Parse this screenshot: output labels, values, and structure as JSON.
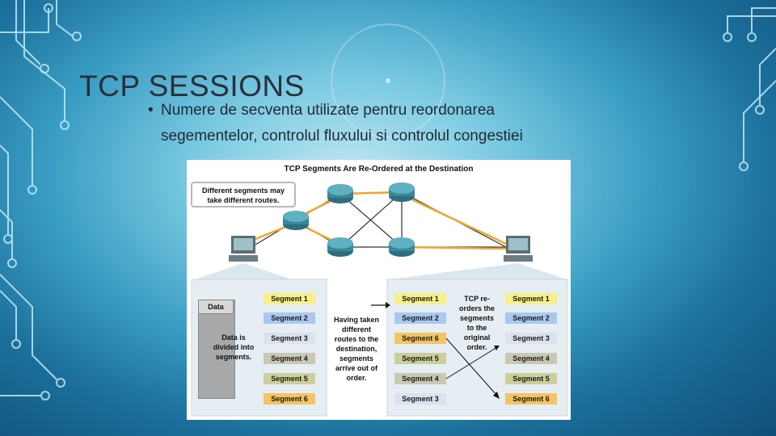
{
  "slide": {
    "title": "TCP SESSIONS",
    "bullet_line1": "Numere de secventa utilizate pentru reordonarea",
    "bullet_line2": "segementelor, controlul fluxului si controlul congestiei",
    "bullet_marker": "•"
  },
  "figure": {
    "title": "TCP Segments Are Re-Ordered at the Destination",
    "callout_line1": "Different segments may",
    "callout_line2": "take different routes.",
    "data_label": "Data",
    "divided_line1": "Data is",
    "divided_line2": "divided into",
    "divided_line3": "segments.",
    "middle_text": [
      "Having taken",
      "different",
      "routes to the",
      "destination,",
      "segments",
      "arrive out of",
      "order."
    ],
    "reorder_text": [
      "TCP re-",
      "orders the",
      "segments",
      "to the",
      "original",
      "order."
    ],
    "source_segments": [
      "Segment 1",
      "Segment 2",
      "Segment 3",
      "Segment 4",
      "Segment 5",
      "Segment 6"
    ],
    "arrived_segments": [
      "Segment 1",
      "Segment 2",
      "Segment 6",
      "Segment 5",
      "Segment 4",
      "Segment 3"
    ],
    "ordered_segments": [
      "Segment 1",
      "Segment 2",
      "Segment 3",
      "Segment 4",
      "Segment 5",
      "Segment 6"
    ],
    "colors": {
      "segment1": "#f7f08a",
      "segment2": "#aac8ef",
      "segment3": "#dde0ee",
      "segment4": "#c8c8b4",
      "segment5": "#cdcf9a",
      "segment6": "#f3c463",
      "route_highlight": "#f0a52a"
    }
  }
}
